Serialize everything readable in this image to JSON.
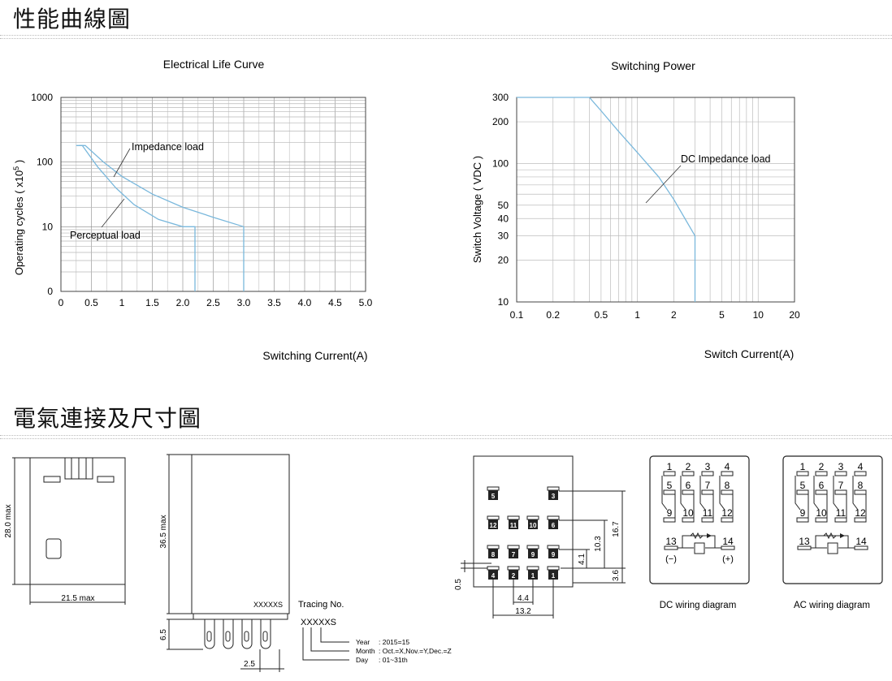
{
  "sections": {
    "performance_title": "性能曲線圖",
    "dimensions_title": "電氣連接及尺寸圖"
  },
  "chart_data": [
    {
      "type": "line",
      "title": "Electrical Life Curve",
      "xlabel": "Switching Current(A)",
      "ylabel": "Operating cycles ( x10",
      "ylabel_sup": "5",
      "ylabel_end": " )",
      "xscale": "linear",
      "yscale": "log",
      "xlim": [
        0,
        5.0
      ],
      "ylim": [
        1,
        1000
      ],
      "x_ticks": [
        "0",
        "0.5",
        "1",
        "1.5",
        "2.0",
        "2.5",
        "3.0",
        "3.5",
        "4.0",
        "4.5",
        "5.0"
      ],
      "y_ticks": [
        {
          "v": 1,
          "label": "0"
        },
        {
          "v": 10,
          "label": "10"
        },
        {
          "v": 100,
          "label": "100"
        },
        {
          "v": 1000,
          "label": "1000"
        }
      ],
      "grid": true,
      "series": [
        {
          "name": "Impedance load",
          "color": "#7ab8dc",
          "points": [
            [
              0.3,
              180
            ],
            [
              0.4,
              180
            ],
            [
              0.7,
              100
            ],
            [
              1.0,
              60
            ],
            [
              1.5,
              32
            ],
            [
              2.0,
              20
            ],
            [
              2.5,
              14
            ],
            [
              3.0,
              10
            ],
            [
              3.0,
              1
            ]
          ]
        },
        {
          "name": "Perceptual load",
          "color": "#7ab8dc",
          "points": [
            [
              0.25,
              180
            ],
            [
              0.35,
              180
            ],
            [
              0.6,
              85
            ],
            [
              0.9,
              40
            ],
            [
              1.2,
              22
            ],
            [
              1.6,
              13
            ],
            [
              2.0,
              10
            ],
            [
              2.2,
              10
            ],
            [
              2.2,
              1
            ]
          ]
        }
      ],
      "annotations": [
        "Impedance load",
        "Perceptual load"
      ]
    },
    {
      "type": "line",
      "title": "Switching Power",
      "xlabel": "Switch Current(A)",
      "ylabel": "Switch Voltage ( VDC )",
      "xscale": "log",
      "yscale": "log",
      "xlim": [
        0.1,
        20
      ],
      "ylim": [
        10,
        300
      ],
      "x_ticks": [
        "0.1",
        "0.2",
        "0.5",
        "1",
        "2",
        "5",
        "10",
        "20"
      ],
      "y_ticks": [
        "10",
        "20",
        "30",
        "40",
        "50",
        "100",
        "200",
        "300"
      ],
      "grid": true,
      "series": [
        {
          "name": "DC Impedance load",
          "color": "#7ab8dc",
          "points": [
            [
              0.1,
              300
            ],
            [
              0.4,
              300
            ],
            [
              0.5,
              240
            ],
            [
              0.7,
              170
            ],
            [
              1.0,
              120
            ],
            [
              1.5,
              80
            ],
            [
              2.0,
              55
            ],
            [
              3.0,
              30
            ],
            [
              3.0,
              10
            ]
          ]
        }
      ],
      "annotations": [
        "DC Impedance load"
      ]
    }
  ],
  "dims": {
    "front_height": "28.0 max",
    "front_width": "21.5 max",
    "side_height": "36.5 max",
    "side_code": "XXXXXS",
    "pin_len": "6.5",
    "pin_pitch": "2.5",
    "tracing_title": "Tracing No.",
    "tracing_code": "XXXXXS",
    "year_label": "Year",
    "year_value": ": 2015=15",
    "month_label": "Month",
    "month_value": ": Oct.=X,Nov.=Y,Dec.=Z",
    "day_label": "Day",
    "day_value": ": 01~31th",
    "bottom_d_167": "16.7",
    "bottom_d_103": "10.3",
    "bottom_d_41": "4.1",
    "bottom_d_36": "3.6",
    "bottom_d_05": "0.5",
    "bottom_d_44": "4.4",
    "bottom_d_132": "13.2"
  },
  "wiring": {
    "dc_caption": "DC wiring diagram",
    "ac_caption": "AC wiring diagram",
    "row1": [
      "1",
      "2",
      "3",
      "4"
    ],
    "row2": [
      "5",
      "6",
      "7",
      "8"
    ],
    "row3": [
      "9",
      "10",
      "11",
      "12"
    ],
    "coil_left": "13",
    "coil_right": "14",
    "dc_minus": "(−)",
    "dc_plus": "(+)"
  },
  "socket_pins": [
    "5",
    "3",
    "12",
    "11",
    "10",
    "6",
    "8",
    "7",
    "9",
    "9",
    "4",
    "2",
    "1",
    "1"
  ]
}
